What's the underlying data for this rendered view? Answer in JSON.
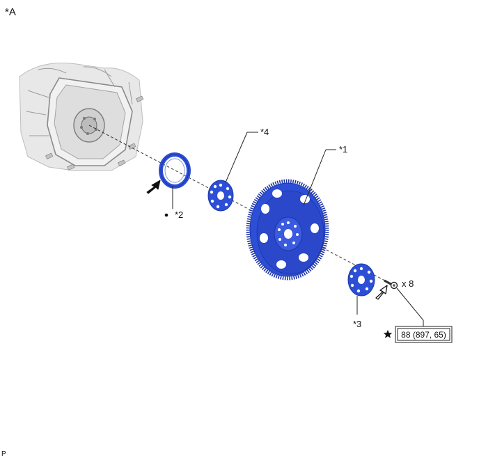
{
  "view_label": "*A",
  "callouts": {
    "c1": "*1",
    "c2": "*2",
    "c3": "*3",
    "c4": "*4"
  },
  "bolt_qty": "x 8",
  "torque": "88 (897, 65)",
  "footer_code": "P",
  "colors": {
    "part": "#2d4fd6",
    "part_dark": "#1d34a8",
    "part_light": "#7f95f0",
    "engine": "#c9c9c9",
    "line": "#222222"
  },
  "icons": {
    "reuse_dot": "bullet-dot-icon",
    "precoat_star": "star-icon",
    "install_arrow": "solid-arrow-icon",
    "direction_arrow": "outline-arrow-icon"
  }
}
